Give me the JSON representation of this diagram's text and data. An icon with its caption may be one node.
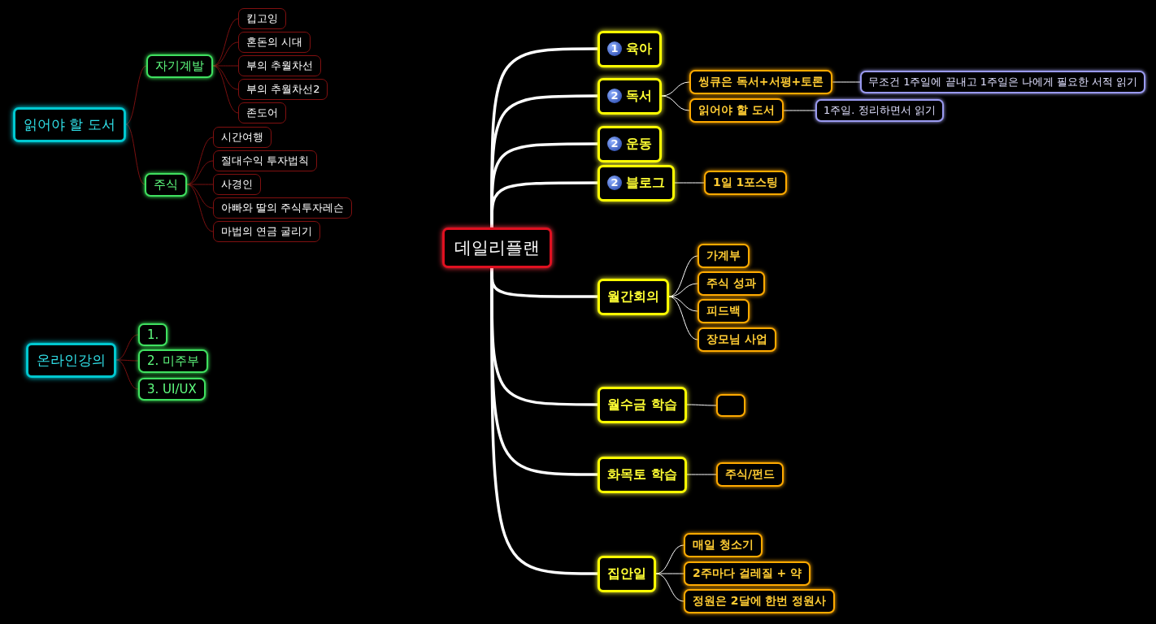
{
  "diagram": {
    "nodes": [
      {
        "text": [
          "데일리플랜"
        ]
      },
      {
        "text": [
          "1",
          "육아"
        ]
      },
      {
        "text": [
          "2",
          "독서"
        ]
      },
      {
        "text": [
          "씽큐은 독서+서평+토론"
        ]
      },
      {
        "text": [
          "무조건 1주일에 끝내고 1주일은 나에게 필요한 서적 읽기"
        ]
      },
      {
        "text": [
          "읽어야 할 도서"
        ]
      },
      {
        "text": [
          "1주일. 정리하면서 읽기"
        ]
      },
      {
        "text": [
          "2",
          "운동"
        ]
      },
      {
        "text": [
          "2",
          "블로그"
        ]
      },
      {
        "text": [
          "1일 1포스팅"
        ]
      },
      {
        "text": [
          "월간회의"
        ]
      },
      {
        "text": [
          "가계부"
        ]
      },
      {
        "text": [
          "주식 성과"
        ]
      },
      {
        "text": [
          "피드백"
        ]
      },
      {
        "text": [
          "장모님 사업"
        ]
      },
      {
        "text": [
          "월수금 학습"
        ]
      },
      {
        "text": [],
        "shape": "box"
      },
      {
        "text": [
          "화목토 학습"
        ]
      },
      {
        "text": [
          "주식/펀드"
        ]
      },
      {
        "text": [
          "집안일"
        ]
      },
      {
        "text": [
          "매일 청소기"
        ]
      },
      {
        "text": [
          "2주마다 걸레질 + 약"
        ]
      },
      {
        "text": [
          "정원은 2달에 한번 정원사"
        ]
      },
      {
        "text": [
          "읽어야 할 도서"
        ]
      },
      {
        "text": [
          "자기계발"
        ]
      },
      {
        "text": [
          "킵고잉"
        ]
      },
      {
        "text": [
          "혼돈의 시대"
        ]
      },
      {
        "text": [
          "부의 추월차선"
        ]
      },
      {
        "text": [
          "부의 추월차선2"
        ]
      },
      {
        "text": [
          "존도어"
        ]
      },
      {
        "text": [
          "주식"
        ]
      },
      {
        "text": [
          "시간여행"
        ]
      },
      {
        "text": [
          "절대수익 투자법칙"
        ]
      },
      {
        "text": [
          "사경인"
        ]
      },
      {
        "text": [
          "아빠와 딸의 주식투자레슨"
        ]
      },
      {
        "text": [
          "마법의 연금 굴리기"
        ]
      },
      {
        "text": [
          "온라인강의"
        ]
      },
      {
        "text": [
          "1."
        ]
      },
      {
        "text": [
          "2. 미주부"
        ]
      },
      {
        "text": [
          "3. UI/UX"
        ]
      }
    ],
    "edges": [
      {
        "from": 0,
        "to": 1,
        "arrow": "none",
        "style": "thick"
      },
      {
        "from": 0,
        "to": 2,
        "arrow": "none",
        "style": "thick"
      },
      {
        "from": 2,
        "to": 3,
        "arrow": "none"
      },
      {
        "from": 3,
        "to": 4,
        "arrow": "none"
      },
      {
        "from": 2,
        "to": 5,
        "arrow": "none"
      },
      {
        "from": 5,
        "to": 6,
        "arrow": "none"
      },
      {
        "from": 0,
        "to": 7,
        "arrow": "none",
        "style": "thick"
      },
      {
        "from": 0,
        "to": 8,
        "arrow": "none",
        "style": "thick"
      },
      {
        "from": 8,
        "to": 9,
        "arrow": "none"
      },
      {
        "from": 0,
        "to": 10,
        "arrow": "none",
        "style": "thick"
      },
      {
        "from": 10,
        "to": 11,
        "arrow": "none"
      },
      {
        "from": 10,
        "to": 12,
        "arrow": "none"
      },
      {
        "from": 10,
        "to": 13,
        "arrow": "none"
      },
      {
        "from": 10,
        "to": 14,
        "arrow": "none"
      },
      {
        "from": 0,
        "to": 15,
        "arrow": "none",
        "style": "thick"
      },
      {
        "from": 15,
        "to": 16,
        "arrow": "none"
      },
      {
        "from": 0,
        "to": 17,
        "arrow": "none",
        "style": "thick"
      },
      {
        "from": 17,
        "to": 18,
        "arrow": "none"
      },
      {
        "from": 0,
        "to": 19,
        "arrow": "none",
        "style": "thick"
      },
      {
        "from": 19,
        "to": 20,
        "arrow": "none"
      },
      {
        "from": 19,
        "to": 21,
        "arrow": "none"
      },
      {
        "from": 19,
        "to": 22,
        "arrow": "none"
      },
      {
        "from": 23,
        "to": 24,
        "arrow": "none",
        "color": "#7a1010"
      },
      {
        "from": 24,
        "to": 25,
        "arrow": "none",
        "color": "#7a1010"
      },
      {
        "from": 24,
        "to": 26,
        "arrow": "none",
        "color": "#7a1010"
      },
      {
        "from": 24,
        "to": 27,
        "arrow": "none",
        "color": "#7a1010"
      },
      {
        "from": 24,
        "to": 28,
        "arrow": "none",
        "color": "#7a1010"
      },
      {
        "from": 24,
        "to": 29,
        "arrow": "none",
        "color": "#7a1010"
      },
      {
        "from": 23,
        "to": 30,
        "arrow": "none",
        "color": "#7a1010"
      },
      {
        "from": 30,
        "to": 31,
        "arrow": "none",
        "color": "#7a1010"
      },
      {
        "from": 30,
        "to": 32,
        "arrow": "none",
        "color": "#7a1010"
      },
      {
        "from": 30,
        "to": 33,
        "arrow": "none",
        "color": "#7a1010"
      },
      {
        "from": 30,
        "to": 34,
        "arrow": "none",
        "color": "#7a1010"
      },
      {
        "from": 30,
        "to": 35,
        "arrow": "none",
        "color": "#7a1010"
      },
      {
        "from": 36,
        "to": 37,
        "arrow": "none",
        "color": "#7a1010"
      },
      {
        "from": 36,
        "to": 38,
        "arrow": "none",
        "color": "#7a1010"
      },
      {
        "from": 36,
        "to": 39,
        "arrow": "none",
        "color": "#7a1010"
      }
    ]
  }
}
